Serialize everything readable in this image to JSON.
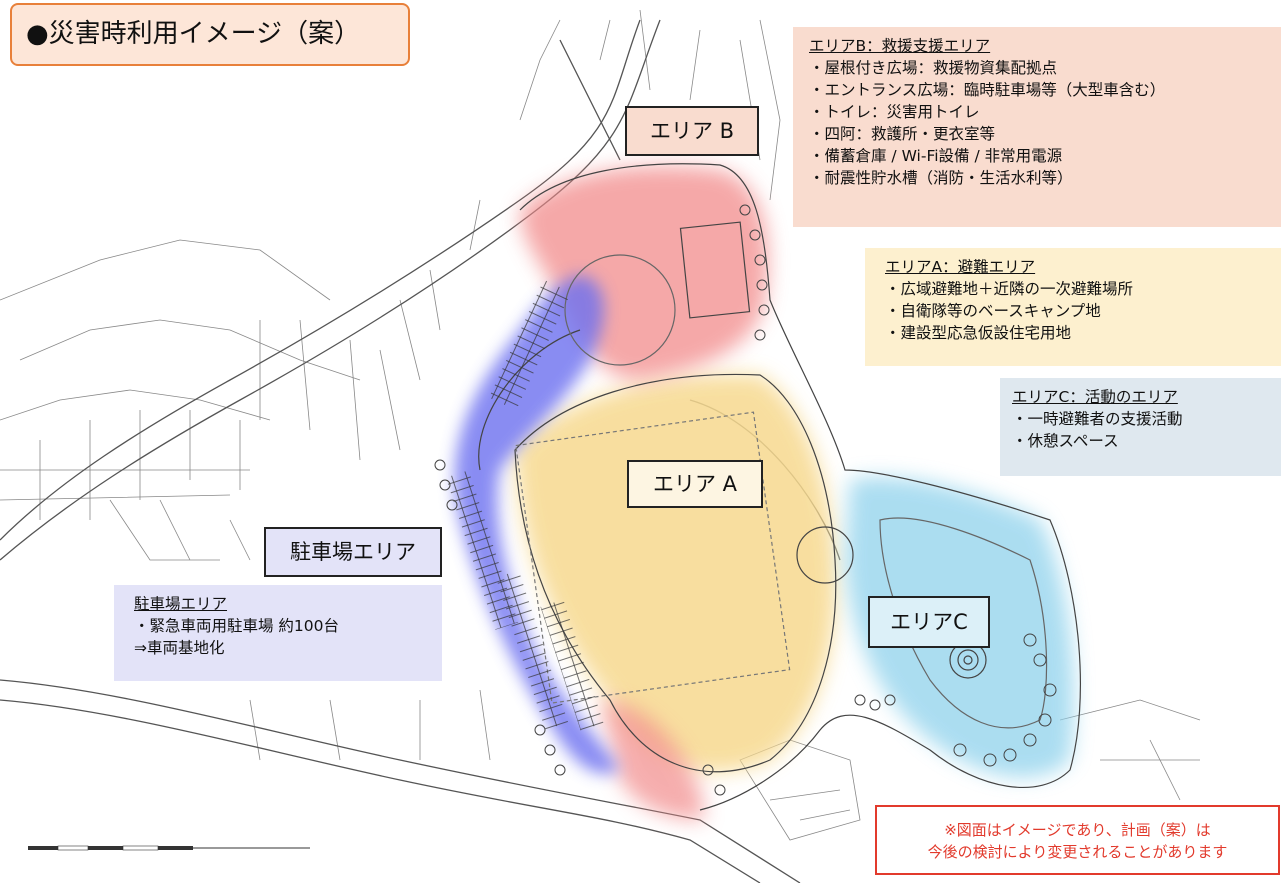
{
  "title": "●災害時利用イメージ（案）",
  "area_labels": {
    "b": "エリア B",
    "a": "エリア A",
    "c": "エリアC",
    "parking": "駐車場エリア"
  },
  "info_b": {
    "heading": "エリアB：救援支援エリア",
    "items": [
      "・屋根付き広場：救援物資集配拠点",
      "・エントランス広場：臨時駐車場等（大型車含む）",
      "・トイレ：災害用トイレ",
      "・四阿：救護所・更衣室等",
      "・備蓄倉庫 / Wi-Fi設備 / 非常用電源",
      "・耐震性貯水槽（消防・生活水利等）"
    ]
  },
  "info_a": {
    "heading": "エリアA：避難エリア",
    "items": [
      "・広域避難地＋近隣の一次避難場所",
      "・自衛隊等のベースキャンプ地",
      "・建設型応急仮設住宅用地"
    ]
  },
  "info_c": {
    "heading": "エリアC：活動のエリア",
    "items": [
      "・一時避難者の支援活動",
      "・休憩スペース"
    ]
  },
  "info_parking": {
    "heading": "駐車場エリア",
    "items": [
      "・緊急車両用駐車場 約100台",
      "⇒車両基地化"
    ]
  },
  "note": {
    "line1": "※図面はイメージであり、計画（案）は",
    "line2": "今後の検討により変更されることがあります"
  },
  "colors": {
    "area_a": "#f7d98f",
    "area_b": "#f28b8b",
    "area_c": "#8fd2ec",
    "parking": "#6c6ff0",
    "title_border": "#e8803a",
    "note_red": "#e23a2c"
  }
}
